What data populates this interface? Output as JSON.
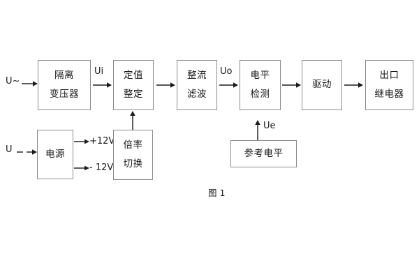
{
  "figure": {
    "caption": "图 1",
    "background": "#ffffff",
    "box_border_color": "#8a8a8a",
    "line_color": "#1a1a1a"
  },
  "inputs": [
    {
      "name": "ac-input",
      "label": "U~"
    },
    {
      "name": "dc-input",
      "label": "U"
    }
  ],
  "blocks": [
    {
      "id": "isolation-transformer",
      "lines": [
        "隔离",
        "变压器"
      ]
    },
    {
      "id": "setting-value",
      "lines": [
        "定值",
        "整定"
      ]
    },
    {
      "id": "rectify-filter",
      "lines": [
        "整流",
        "滤波"
      ]
    },
    {
      "id": "level-detection",
      "lines": [
        "电平",
        "检测"
      ]
    },
    {
      "id": "drive",
      "lines": [
        "驱动"
      ]
    },
    {
      "id": "output-relay",
      "lines": [
        "出口",
        "继电器"
      ]
    },
    {
      "id": "power-supply",
      "lines": [
        "电源"
      ]
    },
    {
      "id": "multiplier-switch",
      "lines": [
        "倍率",
        "切换"
      ]
    },
    {
      "id": "reference-level",
      "lines": [
        "参考电平"
      ]
    }
  ],
  "signals": [
    {
      "id": "ui",
      "label": "Ui"
    },
    {
      "id": "uo",
      "label": "Uo"
    },
    {
      "id": "ue",
      "label": "Ue"
    },
    {
      "id": "v-pos",
      "label": "+12V"
    },
    {
      "id": "v-neg",
      "label": "- 12V"
    }
  ]
}
